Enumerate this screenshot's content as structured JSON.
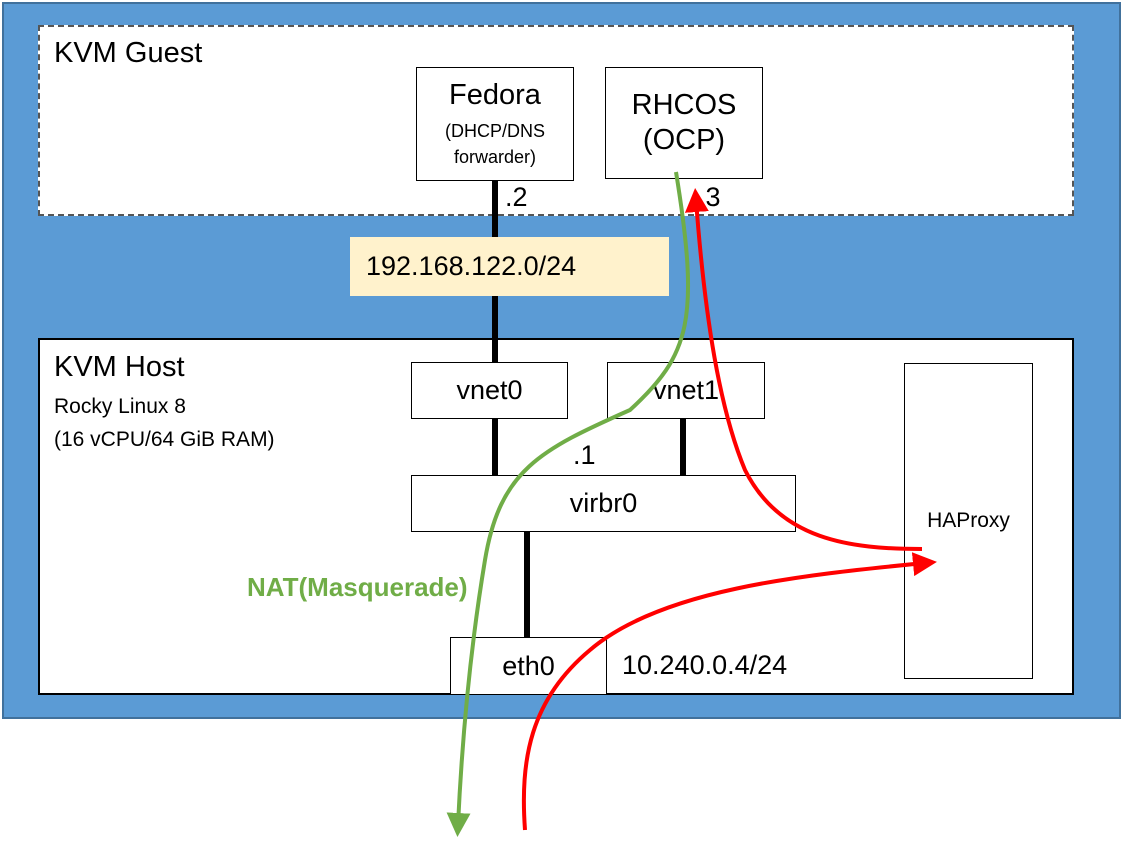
{
  "guest": {
    "title": "KVM Guest",
    "fedora": {
      "name": "Fedora",
      "role_line1": "(DHCP/DNS",
      "role_line2": "forwarder)",
      "ip_suffix": ".2"
    },
    "rhcos": {
      "name": "RHCOS",
      "sub": "(OCP)",
      "ip_suffix": ".3"
    }
  },
  "network": {
    "subnet": "192.168.122.0/24"
  },
  "host": {
    "title": "KVM Host",
    "os": "Rocky Linux 8",
    "spec": "(16 vCPU/64 GiB RAM)",
    "vnet0": "vnet0",
    "vnet1": "vnet1",
    "bridge": "virbr0",
    "bridge_ip_suffix": ".1",
    "nic": "eth0",
    "nic_ip": "10.240.0.4/24",
    "proxy": "HAProxy"
  },
  "flows": {
    "nat_label": "NAT(Masquerade)"
  },
  "colors": {
    "outer_bg": "#5b9bd5",
    "subnet_bg": "#fff2cc",
    "nat_flow": "#70ad47",
    "ingress_flow": "#ff0000"
  }
}
